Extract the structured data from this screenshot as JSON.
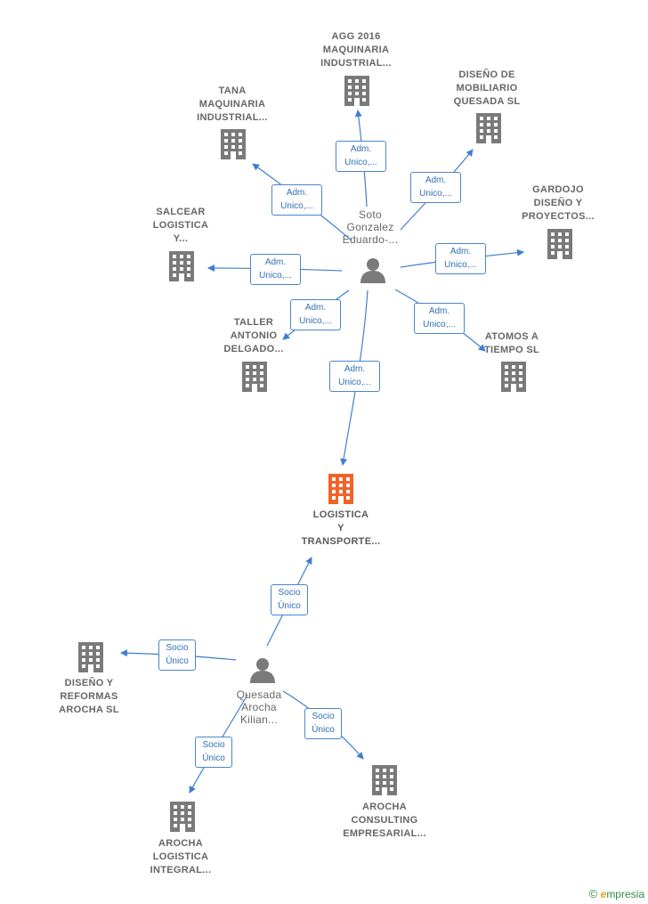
{
  "colors": {
    "edge": "#3d7fd0",
    "company": "#7a7a7a",
    "highlight": "#f0642a",
    "person": "#7a7a7a"
  },
  "nodes": {
    "agg": {
      "label": "AGG 2016\nMAQUINARIA\nINDUSTRIAL...",
      "icon": "building-icon"
    },
    "tana": {
      "label": "TANA\nMAQUINARIA\nINDUSTRIAL...",
      "icon": "building-icon"
    },
    "diseno_mob": {
      "label": "DISEÑO DE\nMOBILIARIO\nQUESADA  SL",
      "icon": "building-icon"
    },
    "gardojo": {
      "label": "GARDOJO\nDISEÑO Y\nPROYECTOS...",
      "icon": "building-icon"
    },
    "salcear": {
      "label": "SALCEAR\nLOGISTICA\nY...",
      "icon": "building-icon"
    },
    "taller": {
      "label": "TALLER\nANTONIO\nDELGADO...",
      "icon": "building-icon"
    },
    "atomos": {
      "label": "ATOMOS A\nTIEMPO SL",
      "icon": "building-icon"
    },
    "soto": {
      "label": "Soto\nGonzalez\nEduardo-...",
      "icon": "person-icon"
    },
    "logistica": {
      "label": "LOGISTICA\nY\nTRANSPORTE...",
      "icon": "building-icon"
    },
    "quesada": {
      "label": "Quesada\nArocha\nKilian...",
      "icon": "person-icon"
    },
    "diseno_ref": {
      "label": "DISEÑO Y\nREFORMAS\nAROCHA  SL",
      "icon": "building-icon"
    },
    "arocha_log": {
      "label": "AROCHA\nLOGISTICA\nINTEGRAL...",
      "icon": "building-icon"
    },
    "arocha_cons": {
      "label": "AROCHA\nCONSULTING\nEMPRESARIAL...",
      "icon": "building-icon"
    }
  },
  "edges": {
    "e_agg": "Adm.\nUnico,...",
    "e_tana": "Adm.\nUnico,...",
    "e_diseno_mob": "Adm.\nUnico,...",
    "e_gardojo": "Adm.\nUnico,...",
    "e_salcear": "Adm.\nUnico,...",
    "e_taller": "Adm.\nUnico,...",
    "e_atomos": "Adm.\nUnico,...",
    "e_logistica": "Adm.\nUnico,...",
    "e_q_logistica": "Socio\nÚnico",
    "e_q_diseno_ref": "Socio\nÚnico",
    "e_q_arocha_log": "Socio\nÚnico",
    "e_q_arocha_cons": "Socio\nÚnico"
  },
  "credit": {
    "symbol": "©",
    "brand_initial": "e",
    "brand_rest": "mpresia"
  }
}
